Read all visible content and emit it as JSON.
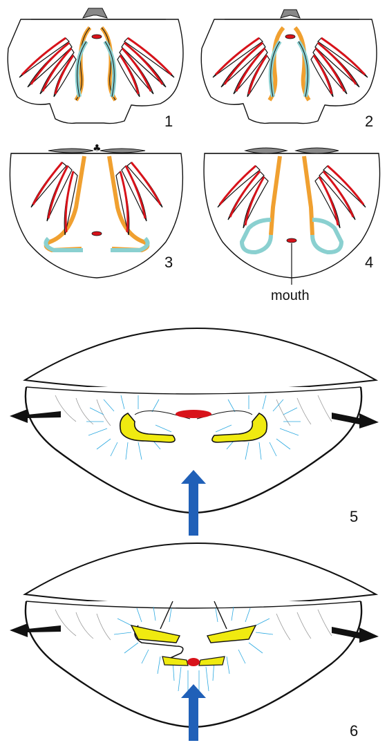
{
  "figure": {
    "panels": [
      {
        "id": "p1",
        "label": "1"
      },
      {
        "id": "p2",
        "label": "2"
      },
      {
        "id": "p3",
        "label": "3"
      },
      {
        "id": "p4",
        "label": "4"
      },
      {
        "id": "p5",
        "label": "5"
      },
      {
        "id": "p6",
        "label": "6"
      }
    ],
    "annotation": "mouth"
  },
  "colors": {
    "outline": "#111111",
    "lophophore_red": "#d8121a",
    "arm_orange": "#f0a030",
    "arm_teal": "#8ad0d0",
    "arm_yellow": "#f0ea10",
    "cilia_blue": "#2aa8e0",
    "water_arrow_blue": "#2060b8",
    "exhalant_arrow": "#111111",
    "hinge_grey": "#808080"
  }
}
